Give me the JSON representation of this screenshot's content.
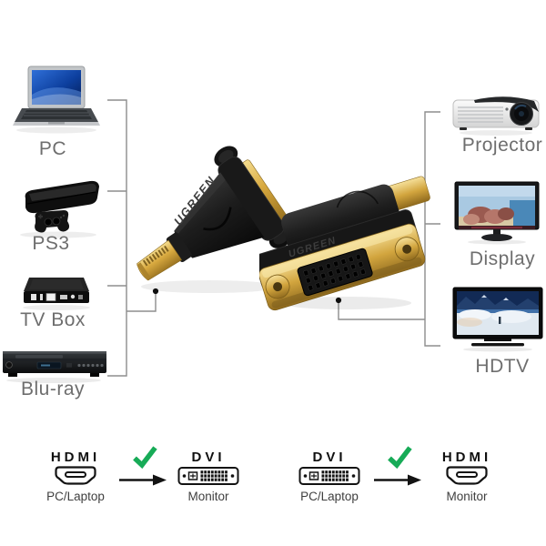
{
  "brand": "UGREEN",
  "left_devices": [
    {
      "label": "PC"
    },
    {
      "label": "PS3"
    },
    {
      "label": "TV Box"
    },
    {
      "label": "Blu-ray"
    }
  ],
  "right_devices": [
    {
      "label": "Projector"
    },
    {
      "label": "Display"
    },
    {
      "label": "HDTV"
    }
  ],
  "flows": [
    {
      "source_type": "HDMI",
      "source_device": "PC/Laptop",
      "target_type": "DVI",
      "target_device": "Monitor",
      "status": "compatible"
    },
    {
      "source_type": "DVI",
      "source_device": "PC/Laptop",
      "target_type": "HDMI",
      "target_device": "Monitor",
      "status": "compatible"
    }
  ],
  "colors": {
    "check_green": "#17ab57",
    "connector_gold": "#d2a53e",
    "line_gray": "#8d8d8d",
    "label_gray": "#6e6e6e",
    "background": "#ffffff"
  }
}
